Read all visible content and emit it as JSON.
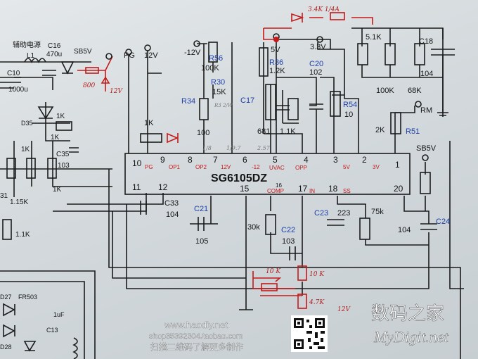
{
  "header_note": "辅助电源",
  "labels": {
    "sb5v_left": "SB5V",
    "sb5v_right": "SB5V",
    "pg": "PG",
    "v12": "12V",
    "vneg12": "-12V",
    "v5": "5V",
    "v33": "3.3V",
    "L1": "L1",
    "C16": "C16",
    "c16_val": "470u",
    "C10": "C10",
    "c10_val": "1000u",
    "D35": "D35",
    "r1k_a": "1K",
    "r1k_b": "1K",
    "r1k_c": "1K",
    "r1k_d": "1K",
    "C35": "C35",
    "c35_val": "103",
    "r115k": "1.15K",
    "r11k": "1.1K",
    "R56": "R56",
    "r56_val": "100K",
    "R30": "R30",
    "r30_val": "15K",
    "R36": "R36",
    "r36_val": "1.2K",
    "C20": "C20",
    "c20_val": "102",
    "R34": "R34",
    "r34_val": "100",
    "C17": "C17",
    "r681": "681",
    "r11k_b": "1.1K",
    "R54": "R54",
    "r54_val": "10",
    "r51k": "5.1K",
    "C18": "C18",
    "c18_val": "104",
    "r100k": "100K",
    "r68k": "68K",
    "RM": "RM",
    "R51": "R51",
    "r2k": "2K",
    "r1k_top": "1K",
    "C33": "C33",
    "c33_val": "104",
    "C21": "C21",
    "c21_val": "105",
    "r30k": "30k",
    "C22": "C22",
    "c22_val": "103",
    "C23": "C23",
    "c23_val": "223",
    "r75k": "75k",
    "c24_val": "104",
    "C24": "C24",
    "D27": "D27",
    "FR503": "FR503",
    "c_1uf": "1uF",
    "C13": "C13",
    "D28": "D28",
    "pin31": "31"
  },
  "ic": {
    "name": "SG6105DZ",
    "top_pins": [
      {
        "num": "10",
        "name": "PG"
      },
      {
        "num": "9",
        "name": "OP1"
      },
      {
        "num": "8",
        "name": "OP2"
      },
      {
        "num": "7",
        "name": "12V"
      },
      {
        "num": "6",
        "name": "-12"
      },
      {
        "num": "5",
        "name": "UVAC"
      },
      {
        "num": "4",
        "name": "OPP"
      },
      {
        "num": "3",
        "name": "5V"
      },
      {
        "num": "2",
        "name": "3V"
      },
      {
        "num": "1",
        "name": ""
      }
    ],
    "bottom_pins": [
      {
        "num": "11",
        "name": ""
      },
      {
        "num": "12",
        "name": ""
      },
      {
        "num": "15",
        "name": ""
      },
      {
        "num": "16",
        "name": "COMP"
      },
      {
        "num": "17",
        "name": "IN"
      },
      {
        "num": "18",
        "name": "SS"
      },
      {
        "num": "20",
        "name": ""
      }
    ]
  },
  "handwritten": {
    "top_right": "3.4K 1/4A",
    "mid": "800",
    "v12": "12V",
    "pot": "10 K",
    "r10k": "10 K",
    "r47k": "4.7K",
    "v12b": "12V"
  },
  "pencil_notes": {
    "a": "1/8",
    "b": "1/9.7",
    "c": "2.57",
    "d": "R3 2/W"
  },
  "watermark": {
    "site": "www.haodiy.net",
    "shop": "shop35392304.taobao.com",
    "scan": "扫描二维码了解更多制作",
    "brand_cn": "数码之家",
    "brand_en": "MyDigit.net"
  }
}
